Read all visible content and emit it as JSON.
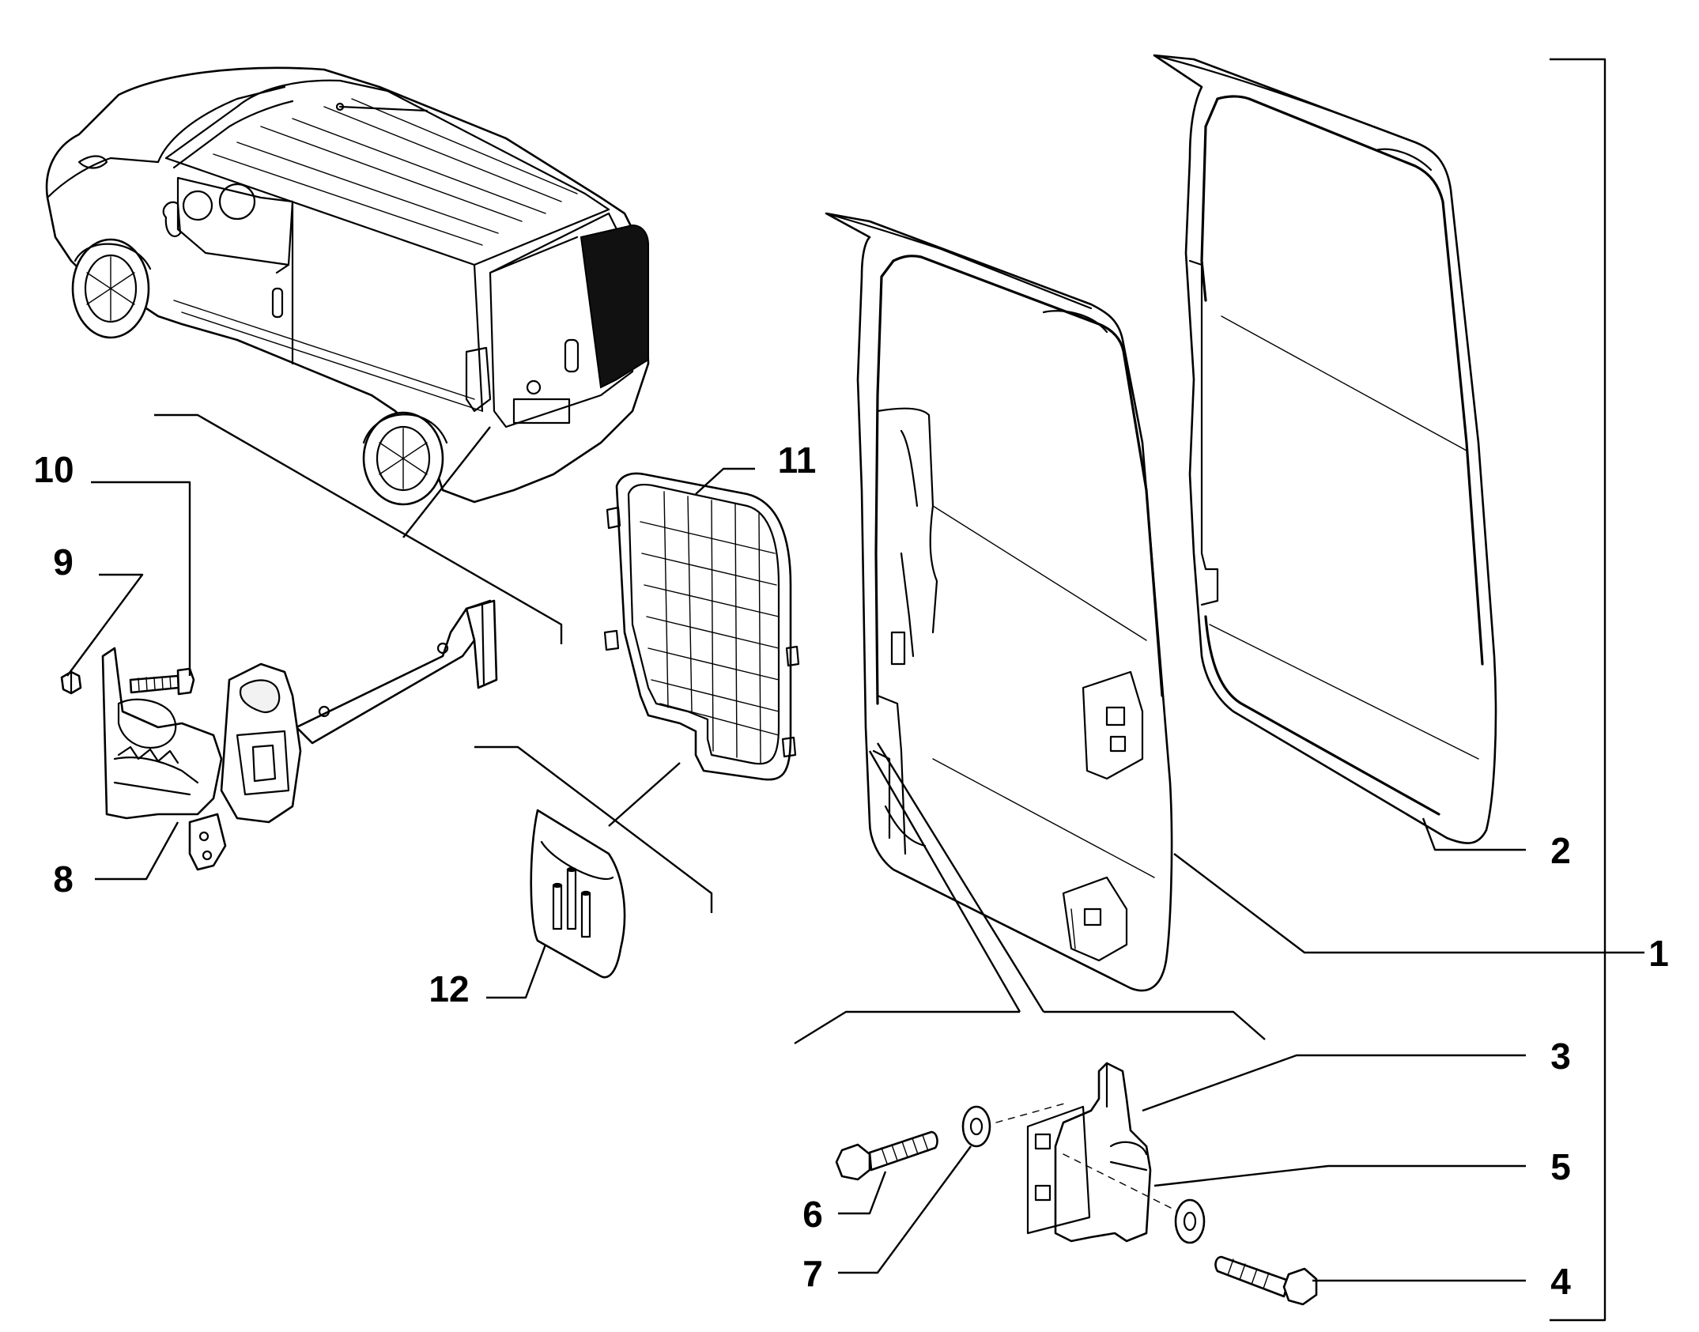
{
  "callouts": [
    {
      "id": "1",
      "text": "1"
    },
    {
      "id": "2",
      "text": "2"
    },
    {
      "id": "3",
      "text": "3"
    },
    {
      "id": "4",
      "text": "4"
    },
    {
      "id": "5",
      "text": "5"
    },
    {
      "id": "6",
      "text": "6"
    },
    {
      "id": "7",
      "text": "7"
    },
    {
      "id": "8",
      "text": "8"
    },
    {
      "id": "9",
      "text": "9"
    },
    {
      "id": "10",
      "text": "10"
    },
    {
      "id": "11",
      "text": "11"
    },
    {
      "id": "12",
      "text": "12"
    }
  ],
  "parts": {
    "van": "van-illustration",
    "left_door": "rear-door-left",
    "right_door": "rear-door-right",
    "door_check": "door-check-strap",
    "window_grille": "window-grille",
    "touch_up": "paint-touch-up-kit",
    "hinge": "door-hinge",
    "bolts": "hinge-bolt",
    "washers": "washer"
  }
}
